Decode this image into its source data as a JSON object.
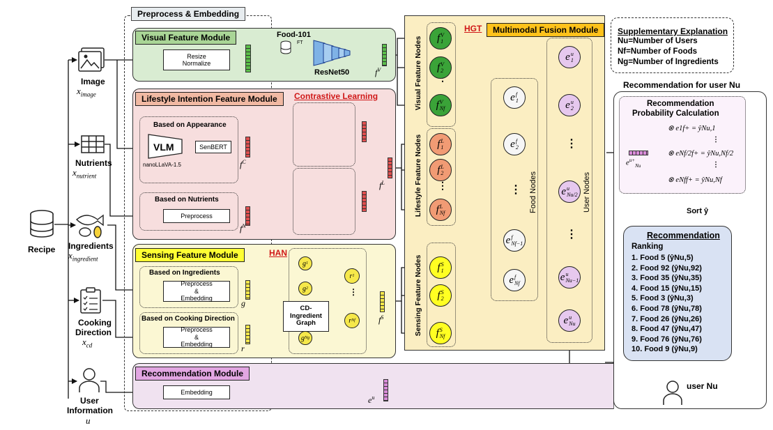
{
  "preprocess_title": "Preprocess & Embedding",
  "inputs": {
    "recipe": "Recipe",
    "image": {
      "label": "Image",
      "var": "x",
      "sub": "image"
    },
    "nutrients": {
      "label": "Nutrients",
      "var": "x",
      "sub": "nutrient"
    },
    "ingredients": {
      "label": "Ingredients",
      "var": "x",
      "sub": "ingredient"
    },
    "cooking": {
      "label1": "Cooking",
      "label2": "Direction",
      "var": "x",
      "sub": "cd"
    },
    "user": {
      "label1": "User",
      "label2": "Information",
      "var": "u"
    }
  },
  "visual_module": {
    "title": "Visual Feature Module",
    "resize": "Resize",
    "normalize": "Normalize",
    "dataset": "Food-101",
    "ft": "FT",
    "model": "ResNet50",
    "feat_var": "f",
    "feat_sup": "V"
  },
  "lifestyle_module": {
    "title": "Lifestyle Intention Feature Module",
    "contrastive": "Contrastive Learning",
    "appearance": "Based on Appearance",
    "vlm": "VLM",
    "vlm_name": "nanoLLaVA-1.5",
    "senbert": "SenBERT",
    "fc_var": "f",
    "fc_sup": "C",
    "nutrients_sub": "Based on Nutrients",
    "preprocess": "Preprocess",
    "fn_var": "f",
    "fn_sup": "N",
    "fl_var": "f",
    "fl_sup": "L"
  },
  "sensing_module": {
    "title": "Sensing Feature Module",
    "han": "HAN",
    "ingredients_sub": "Based on Ingredients",
    "cooking_sub": "Based on Cooking Direction",
    "preprocess1": "Preprocess",
    "amp1": "&",
    "embedding1": "Embedding",
    "preprocess2": "Preprocess",
    "amp2": "&",
    "embedding2": "Embedding",
    "g_var": "g",
    "r_var": "r",
    "graph1": "CD-",
    "graph2": "Ingredient",
    "graph3": "Graph",
    "fs_var": "f",
    "fs_sup": "S",
    "han_nodes": {
      "g1": "g",
      "g1s": "1",
      "g2": "g",
      "g2s": "2",
      "gn": "g",
      "gns": "Ng",
      "r1": "r",
      "r1s": "1",
      "rn": "r",
      "rns": "Nf",
      "dots1": "⋮",
      "dots2": "⋮"
    }
  },
  "recommendation_module": {
    "title": "Recommendation Module",
    "embedding": "Embedding",
    "eu_var": "e",
    "eu_sup": "u"
  },
  "fusion": {
    "title": "Multimodal Fusion Module",
    "hgt": "HGT",
    "visual_nodes": "Visual Feature Nodes",
    "lifestyle_nodes": "Lifestyle Feature Nodes",
    "sensing_nodes": "Sensing Feature Nodes",
    "food_nodes": "Food Nodes",
    "user_nodes": "User Nodes",
    "fv1": {
      "v": "f",
      "sup": "V",
      "sub": "1"
    },
    "fv2": {
      "v": "f",
      "sup": "V",
      "sub": "2"
    },
    "fvn": {
      "v": "f",
      "sup": "V",
      "sub": "Nf"
    },
    "fl1": {
      "v": "f",
      "sup": "L",
      "sub": "1"
    },
    "fl2": {
      "v": "f",
      "sup": "L",
      "sub": "2"
    },
    "fln": {
      "v": "f",
      "sup": "L",
      "sub": "Nf"
    },
    "fs1": {
      "v": "f",
      "sup": "S",
      "sub": "1"
    },
    "fs2": {
      "v": "f",
      "sup": "S",
      "sub": "2"
    },
    "fsn": {
      "v": "f",
      "sup": "S",
      "sub": "Nf"
    },
    "ef1": {
      "v": "e",
      "sup": "f",
      "sub": "1"
    },
    "ef2": {
      "v": "e",
      "sup": "f",
      "sub": "2"
    },
    "efn1": {
      "v": "e",
      "sup": "f",
      "sub": "Nf−1"
    },
    "efn": {
      "v": "e",
      "sup": "f",
      "sub": "Nf"
    },
    "eu1": {
      "v": "e",
      "sup": "u",
      "sub": "1"
    },
    "eu2": {
      "v": "e",
      "sup": "u",
      "sub": "2"
    },
    "euh": {
      "v": "e",
      "sup": "u",
      "sub": "Nu/2"
    },
    "eun1": {
      "v": "e",
      "sup": "u",
      "sub": "Nu−1"
    },
    "eun": {
      "v": "e",
      "sup": "u",
      "sub": "Nu"
    },
    "dots": "⋮"
  },
  "supplementary": {
    "title": "Supplementary Explanation",
    "line1": "Nu=Number of Users",
    "line2": "Nf=Number of Foods",
    "line3": "Ng=Number of Ingredients"
  },
  "rec_for_user": "Recommendation for user Nu",
  "prob_calc": {
    "title1": "Recommendation",
    "title2": "Probability Calculation",
    "input_var": "e",
    "input_sup": "u+",
    "input_sub": "Nu",
    "row1": "⊗ e1f+ = ŷNu,1",
    "row2": "⊗ eNf/2f+ = ŷNu,Nf/2",
    "row3": "⊗ eNff+ = ŷNu,Nf",
    "dots": "⋮"
  },
  "sort": "Sort ŷ",
  "recommendation": {
    "title": "Recommendation",
    "ranking": "Ranking",
    "items": [
      "1.  Food 5 (ŷNu,5)",
      "2.  Food 92 (ŷNu,92)",
      "3.  Food 35 (ŷNu,35)",
      "4.  Food 15 (ŷNu,15)",
      "5.  Food 3 (ŷNu,3)",
      "6.  Food 78 (ŷNu,78)",
      "7.  Food 26 (ŷNu,26)",
      "8.  Food 47 (ŷNu,47)",
      "9.  Food 76 (ŷNu,76)",
      "10. Food 9 (ŷNu,9)"
    ]
  },
  "user_out": "user Nu",
  "colors": {
    "visual_bg": "#d9ecd2",
    "visual_title": "#a9d596",
    "lifestyle_bg": "#f7dede",
    "lifestyle_title": "#f1b9a3",
    "sensing_bg": "#fbf7d3",
    "sensing_title": "#ffff33",
    "rec_bg": "#f0e2f0",
    "rec_title": "#e2a6e2",
    "fusion_bg": "#fbeec2",
    "fusion_title": "#ffc21b",
    "green_node": "#3aa338",
    "orange_node": "#f19b74",
    "yellow_node": "#ffff22",
    "food_node": "#f6f6f6",
    "user_node": "#e6c8ee",
    "red_text": "#d01818",
    "rec_box_bg": "#d9e2f3"
  }
}
